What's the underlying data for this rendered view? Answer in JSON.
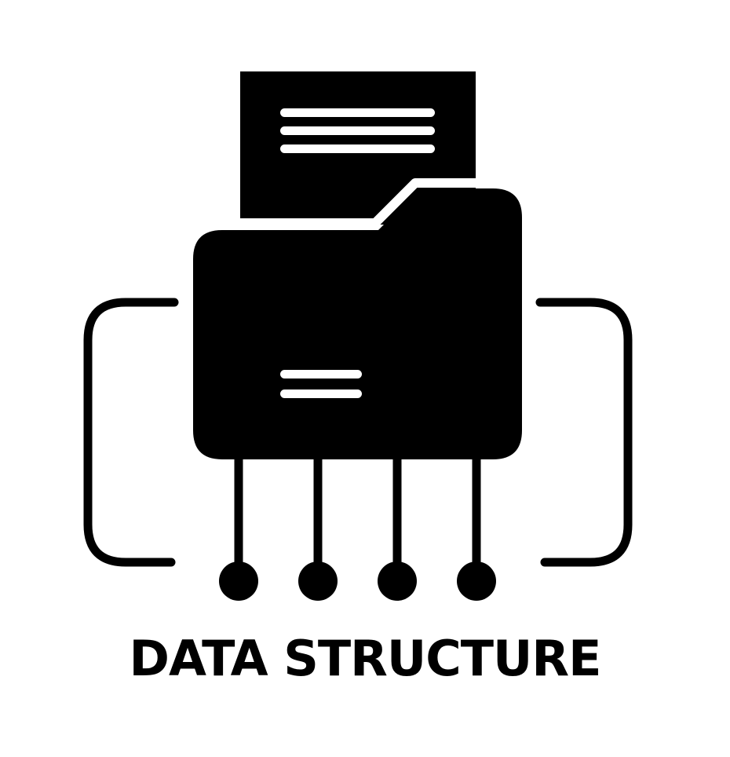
{
  "icon": {
    "name": "data-structure-icon",
    "parts": [
      "document-icon",
      "folder-icon",
      "left-bracket",
      "right-bracket",
      "node-dots"
    ],
    "color": "#000000",
    "background": "#ffffff"
  },
  "caption": {
    "text": "DATA STRUCTURE"
  }
}
